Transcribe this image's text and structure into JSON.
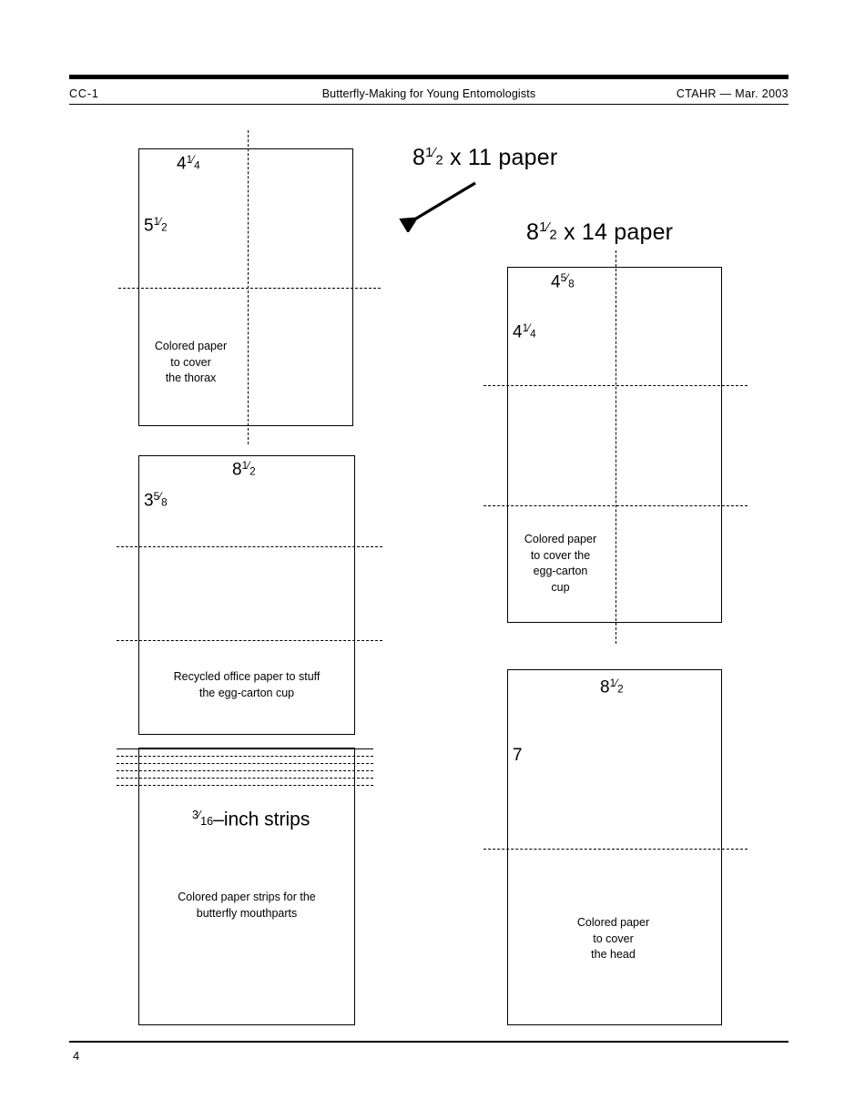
{
  "document": {
    "header": {
      "left": "CC-1",
      "center": "Butterfly-Making for Young Entomologists",
      "right": "CTAHR — Mar. 2003"
    },
    "footer": {
      "page_number": "4"
    }
  },
  "titles": {
    "paper_11": {
      "whole": "8",
      "num": "1",
      "sep": "⁄",
      "den": "2",
      "rest": " x 11 paper",
      "full": "8½ x 11 paper"
    },
    "paper_14": {
      "whole": "8",
      "num": "1",
      "sep": "⁄",
      "den": "2",
      "rest": " x 14 paper",
      "full": "8½ x 14 paper"
    }
  },
  "diagrams": {
    "thorax_sheet": {
      "width_label": {
        "whole": "4",
        "num": "1",
        "sep": "⁄",
        "den": "4",
        "full": "4¼"
      },
      "height_label": {
        "whole": "5",
        "num": "1",
        "sep": "⁄",
        "den": "2",
        "full": "5½"
      },
      "caption": "Colored paper\nto cover\nthe thorax"
    },
    "stuffing_sheet": {
      "width_label": {
        "whole": "8",
        "num": "1",
        "sep": "⁄",
        "den": "2",
        "full": "8½"
      },
      "height_label": {
        "whole": "3",
        "num": "5",
        "sep": "⁄",
        "den": "8",
        "full": "3⅝"
      },
      "caption": "Recycled office paper to stuff\nthe egg-carton cup"
    },
    "strips_sheet": {
      "title": {
        "num": "3",
        "sep": "⁄",
        "den": "16",
        "rest": "–inch strips",
        "full": "³⁄₁₆–inch strips"
      },
      "caption": "Colored paper strips for the\nbutterfly mouthparts"
    },
    "cup_sheet": {
      "width_label": {
        "whole": "4",
        "num": "5",
        "sep": "⁄",
        "den": "8",
        "full": "4⅝"
      },
      "height_label": {
        "whole": "4",
        "num": "1",
        "sep": "⁄",
        "den": "4",
        "full": "4¼"
      },
      "caption": "Colored paper\nto cover the\negg-carton\ncup"
    },
    "head_sheet": {
      "width_label": {
        "whole": "8",
        "num": "1",
        "sep": "⁄",
        "den": "2",
        "full": "8½"
      },
      "height_label": {
        "whole": "7",
        "num": "",
        "sep": "",
        "den": "",
        "full": "7"
      },
      "caption": "Colored paper\nto cover\nthe head"
    }
  },
  "colors": {
    "ink": "#000000",
    "page": "#ffffff"
  }
}
